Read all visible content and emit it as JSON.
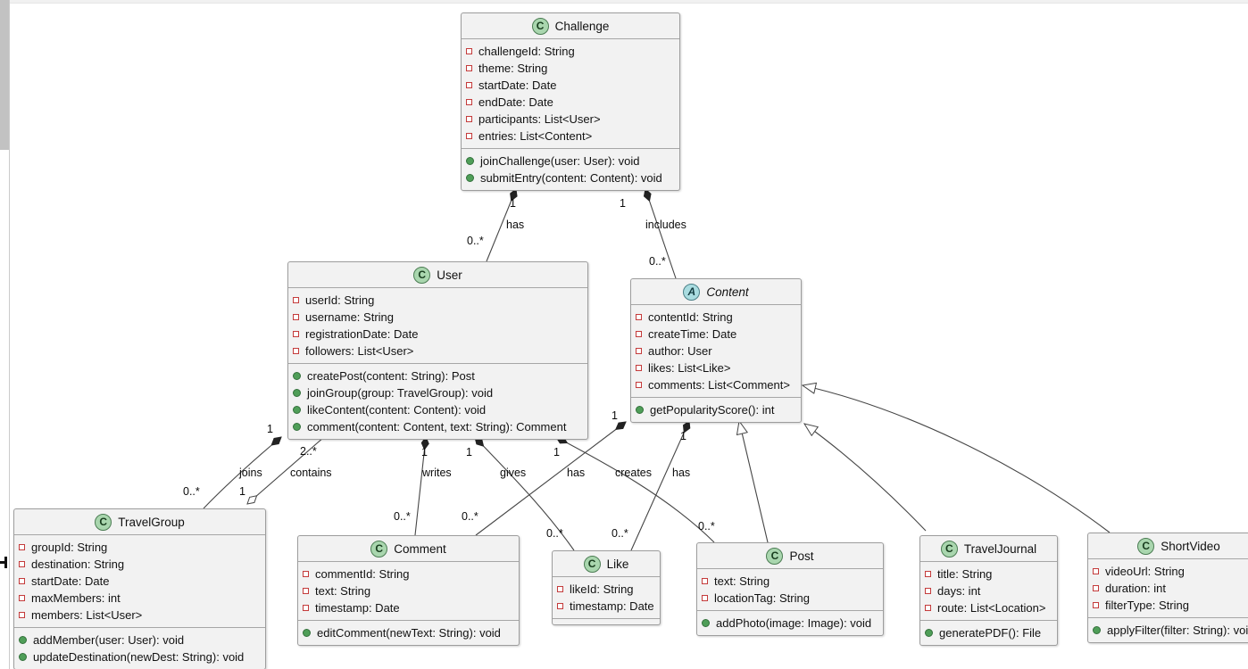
{
  "diagram": {
    "type": "uml-class-diagram",
    "classes": [
      {
        "id": "challenge",
        "stereotype": "C",
        "name": "Challenge",
        "attributes": [
          "challengeId: String",
          "theme: String",
          "startDate: Date",
          "endDate: Date",
          "participants: List<User>",
          "entries: List<Content>"
        ],
        "methods": [
          "joinChallenge(user: User): void",
          "submitEntry(content: Content): void"
        ]
      },
      {
        "id": "user",
        "stereotype": "C",
        "name": "User",
        "attributes": [
          "userId: String",
          "username: String",
          "registrationDate: Date",
          "followers: List<User>"
        ],
        "methods": [
          "createPost(content: String): Post",
          "joinGroup(group: TravelGroup): void",
          "likeContent(content: Content): void",
          "comment(content: Content, text: String): Comment"
        ]
      },
      {
        "id": "content",
        "stereotype": "A",
        "name": "Content",
        "abstract": true,
        "attributes": [
          "contentId: String",
          "createTime: Date",
          "author: User",
          "likes: List<Like>",
          "comments: List<Comment>"
        ],
        "methods": [
          "getPopularityScore(): int"
        ]
      },
      {
        "id": "travelgroup",
        "stereotype": "C",
        "name": "TravelGroup",
        "attributes": [
          "groupId: String",
          "destination: String",
          "startDate: Date",
          "maxMembers: int",
          "members: List<User>"
        ],
        "methods": [
          "addMember(user: User): void",
          "updateDestination(newDest: String): void"
        ]
      },
      {
        "id": "comment",
        "stereotype": "C",
        "name": "Comment",
        "attributes": [
          "commentId: String",
          "text: String",
          "timestamp: Date"
        ],
        "methods": [
          "editComment(newText: String): void"
        ]
      },
      {
        "id": "like",
        "stereotype": "C",
        "name": "Like",
        "attributes": [
          "likeId: String",
          "timestamp: Date"
        ],
        "methods": []
      },
      {
        "id": "post",
        "stereotype": "C",
        "name": "Post",
        "attributes": [
          "text: String",
          "locationTag: String"
        ],
        "methods": [
          "addPhoto(image: Image): void"
        ]
      },
      {
        "id": "traveljournal",
        "stereotype": "C",
        "name": "TravelJournal",
        "attributes": [
          "title: String",
          "days: int",
          "route: List<Location>"
        ],
        "methods": [
          "generatePDF(): File"
        ]
      },
      {
        "id": "shortvideo",
        "stereotype": "C",
        "name": "ShortVideo",
        "attributes": [
          "videoUrl: String",
          "duration: int",
          "filterType: String"
        ],
        "methods": [
          "applyFilter(filter: String): void"
        ]
      }
    ],
    "relationships": [
      {
        "from": "Challenge",
        "to": "User",
        "label": "has",
        "from_mult": "1",
        "to_mult": "0..*",
        "type": "composition"
      },
      {
        "from": "Challenge",
        "to": "Content",
        "label": "includes",
        "from_mult": "1",
        "to_mult": "0..*",
        "type": "composition"
      },
      {
        "from": "User",
        "to": "TravelGroup",
        "label": "joins",
        "from_mult": "1",
        "to_mult": "0..*",
        "type": "composition"
      },
      {
        "from": "TravelGroup",
        "to": "User",
        "label": "contains",
        "from_mult": "1",
        "to_mult": "2..*",
        "type": "aggregation"
      },
      {
        "from": "User",
        "to": "Comment",
        "label": "writes",
        "from_mult": "1",
        "to_mult": "0..*",
        "type": "composition"
      },
      {
        "from": "User",
        "to": "Like",
        "label": "gives",
        "from_mult": "1",
        "to_mult": "0..*",
        "type": "composition"
      },
      {
        "from": "Content",
        "to": "Comment",
        "label": "has",
        "from_mult": "1",
        "to_mult": "0..*",
        "type": "composition"
      },
      {
        "from": "User",
        "to": "Post",
        "label": "creates",
        "from_mult": "1",
        "to_mult": "0..*",
        "type": "composition"
      },
      {
        "from": "Content",
        "to": "Like",
        "label": "has",
        "from_mult": "1",
        "to_mult": "0..*",
        "type": "composition"
      },
      {
        "from": "Post",
        "to": "Content",
        "type": "generalization"
      },
      {
        "from": "TravelJournal",
        "to": "Content",
        "type": "generalization"
      },
      {
        "from": "ShortVideo",
        "to": "Content",
        "type": "generalization"
      }
    ],
    "colors": {
      "box_fill": "#f2f2f2",
      "box_border": "#9d9d9d",
      "edge": "#454545",
      "class_badge": "#a9d6ae",
      "abstract_badge": "#a9dce0",
      "field_icon": "#c43b3b",
      "method_icon": "#4f9e58"
    }
  }
}
